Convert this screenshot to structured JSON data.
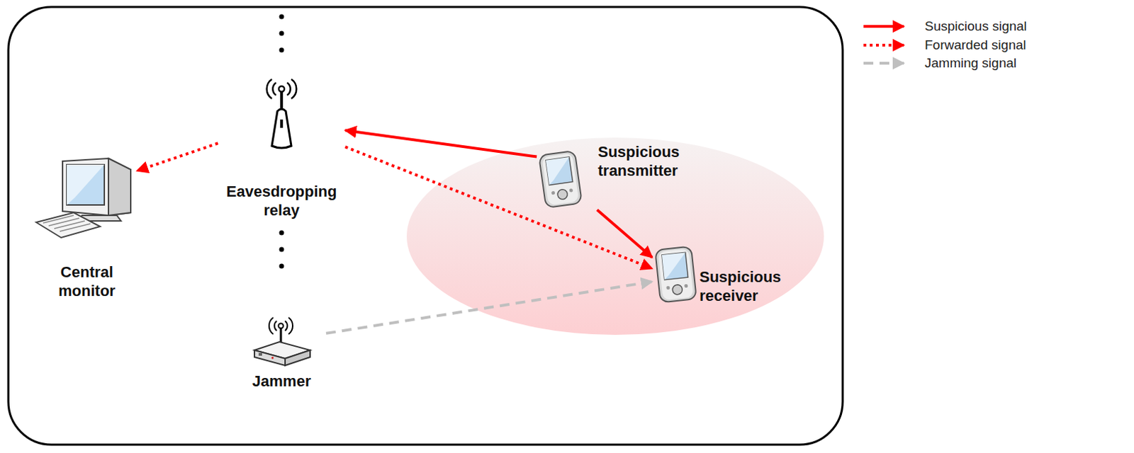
{
  "diagram": {
    "nodes": [
      {
        "text": [
          "Eavesdropping relay"
        ]
      },
      {
        "text": [
          "Suspicious transmitter"
        ]
      },
      {
        "text": [
          "Central monitor"
        ]
      },
      {
        "text": [
          "Suspicious receiver"
        ]
      },
      {
        "text": [
          "Jammer"
        ]
      }
    ],
    "edges": [
      {
        "from": 1,
        "to": 0,
        "arrow": "to"
      },
      {
        "from": 0,
        "to": 2,
        "arrow": "to"
      },
      {
        "from": 0,
        "to": 3,
        "arrow": "to"
      },
      {
        "from": 1,
        "to": 3,
        "arrow": "to"
      },
      {
        "from": 4,
        "to": 3,
        "arrow": "to"
      }
    ],
    "legend": [
      {
        "text": "Suspicious signal"
      },
      {
        "text": "Forwarded signal"
      },
      {
        "text": "Jamming signal"
      }
    ]
  }
}
